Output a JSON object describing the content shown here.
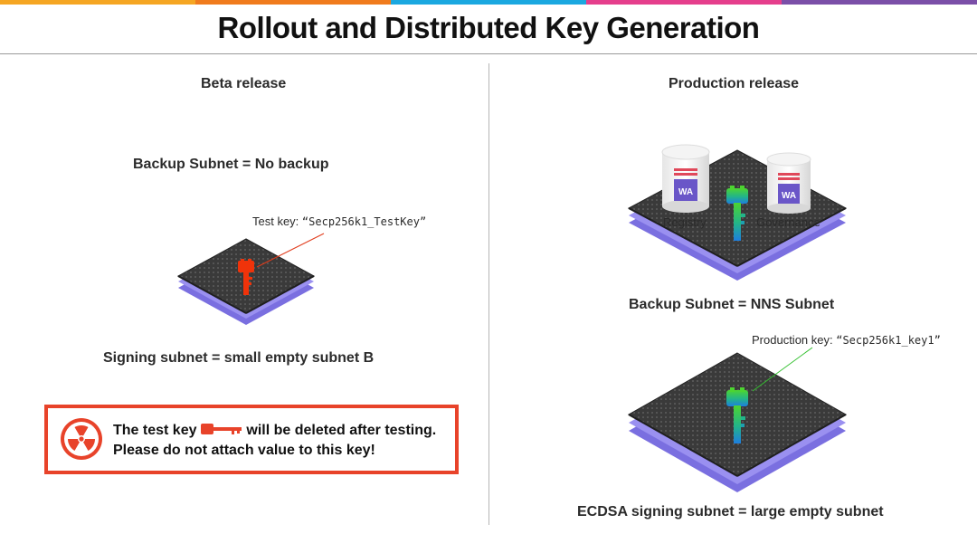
{
  "header": {
    "title": "Rollout and Distributed Key Generation",
    "accent_colors": [
      "#f5a623",
      "#f07b1d",
      "#1ba8e0",
      "#7b4fa8"
    ]
  },
  "beta": {
    "heading": "Beta release",
    "backup": "Backup Subnet = No backup",
    "test_key_label": "Test key: ",
    "test_key_name": "“Secp256k1_TestKey”",
    "signing": "Signing subnet = small empty subnet B",
    "key_color": "#f0330a"
  },
  "warning": {
    "line1_before": "The test key",
    "line1_after": "will be deleted after testing.",
    "line2": "Please do not attach value to this key!",
    "border_color": "#e8432a",
    "icon": "radiation-icon"
  },
  "production": {
    "heading": "Production release",
    "canister_badge": "WA",
    "registry_label": "Registry",
    "governance_label": "Governance",
    "backup": "Backup Subnet = NNS Subnet",
    "prod_key_label": "Production key: ",
    "prod_key_name": "“Secp256k1_key1”",
    "signing": "ECDSA signing subnet = large empty subnet",
    "key_color_top": "#4cd431",
    "key_color_bottom": "#1e7ee0"
  }
}
